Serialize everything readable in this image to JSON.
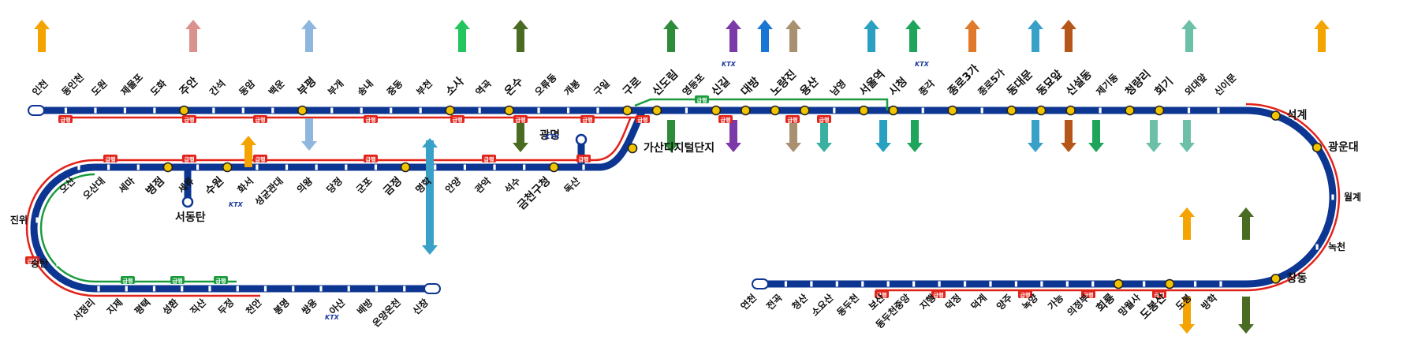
{
  "colors": {
    "line1": "#0d3692",
    "express": "#e2231a",
    "gyeongbu_express": "#1a9c3e",
    "express_badge": "#e2231a",
    "green_badge": "#1a9c3e",
    "station_fill": "#ffffff",
    "transfer_fill": "#f2c400"
  },
  "badges": {
    "express": "급행",
    "ktx": "KTX"
  },
  "main_line": {
    "stations": [
      {
        "name": "인천",
        "terminal": true
      },
      {
        "name": "동인천"
      },
      {
        "name": "도원"
      },
      {
        "name": "제물포"
      },
      {
        "name": "도화"
      },
      {
        "name": "주안",
        "transfer": true
      },
      {
        "name": "간석"
      },
      {
        "name": "동암"
      },
      {
        "name": "백운"
      },
      {
        "name": "부평",
        "transfer": true
      },
      {
        "name": "부개"
      },
      {
        "name": "송내"
      },
      {
        "name": "중동"
      },
      {
        "name": "부천"
      },
      {
        "name": "소사",
        "transfer": true
      },
      {
        "name": "역곡"
      },
      {
        "name": "온수",
        "transfer": true
      },
      {
        "name": "오류동"
      },
      {
        "name": "개봉"
      },
      {
        "name": "구일"
      },
      {
        "name": "구로",
        "transfer": true
      },
      {
        "name": "신도림",
        "transfer": true
      },
      {
        "name": "영등포"
      },
      {
        "name": "신길",
        "transfer": true
      },
      {
        "name": "대방",
        "transfer": true
      },
      {
        "name": "노량진",
        "transfer": true
      },
      {
        "name": "용산",
        "transfer": true
      },
      {
        "name": "남영"
      },
      {
        "name": "서울역",
        "transfer": true
      },
      {
        "name": "시청",
        "transfer": true
      },
      {
        "name": "종각"
      },
      {
        "name": "종로3가",
        "transfer": true
      },
      {
        "name": "종로5가"
      },
      {
        "name": "동대문",
        "transfer": true
      },
      {
        "name": "동묘앞",
        "transfer": true
      },
      {
        "name": "신설동",
        "transfer": true
      },
      {
        "name": "제기동"
      },
      {
        "name": "청량리",
        "transfer": true
      },
      {
        "name": "회기",
        "transfer": true
      },
      {
        "name": "외대앞"
      },
      {
        "name": "신이문"
      },
      {
        "name": "석계",
        "transfer": true
      },
      {
        "name": "광운대",
        "transfer": true
      },
      {
        "name": "월계"
      },
      {
        "name": "녹천"
      },
      {
        "name": "창동",
        "transfer": true
      },
      {
        "name": "방학"
      },
      {
        "name": "도봉"
      },
      {
        "name": "도봉산",
        "transfer": true
      },
      {
        "name": "망월사"
      },
      {
        "name": "회룡",
        "transfer": true
      },
      {
        "name": "의정부"
      },
      {
        "name": "가능"
      },
      {
        "name": "녹양"
      },
      {
        "name": "양주"
      },
      {
        "name": "덕계"
      },
      {
        "name": "덕정"
      },
      {
        "name": "지행"
      },
      {
        "name": "동두천중앙"
      },
      {
        "name": "보산"
      },
      {
        "name": "동두천"
      },
      {
        "name": "소요산"
      },
      {
        "name": "청산"
      },
      {
        "name": "전곡"
      },
      {
        "name": "연천",
        "terminal": true
      }
    ]
  },
  "gyeongbu_line": {
    "stations": [
      {
        "name": "가산디지털단지",
        "transfer": true
      },
      {
        "name": "독산"
      },
      {
        "name": "금천구청",
        "transfer": true
      },
      {
        "name": "석수"
      },
      {
        "name": "관악"
      },
      {
        "name": "안양"
      },
      {
        "name": "명학"
      },
      {
        "name": "금정",
        "transfer": true
      },
      {
        "name": "군포"
      },
      {
        "name": "당정"
      },
      {
        "name": "의왕"
      },
      {
        "name": "성균관대"
      },
      {
        "name": "화서"
      },
      {
        "name": "수원",
        "transfer": true
      },
      {
        "name": "세류"
      },
      {
        "name": "병점",
        "transfer": true
      },
      {
        "name": "세마"
      },
      {
        "name": "오산대"
      },
      {
        "name": "오산"
      },
      {
        "name": "진위"
      },
      {
        "name": "송탄"
      },
      {
        "name": "서정리"
      },
      {
        "name": "지제"
      },
      {
        "name": "평택"
      },
      {
        "name": "성환"
      },
      {
        "name": "직산"
      },
      {
        "name": "두정"
      },
      {
        "name": "천안"
      },
      {
        "name": "봉명"
      },
      {
        "name": "쌍용"
      },
      {
        "name": "아산"
      },
      {
        "name": "배방"
      },
      {
        "name": "온양온천"
      },
      {
        "name": "신창",
        "terminal": true
      }
    ]
  },
  "branches": {
    "gwangmyeong": "광명",
    "seodongtan": "서동탄"
  }
}
